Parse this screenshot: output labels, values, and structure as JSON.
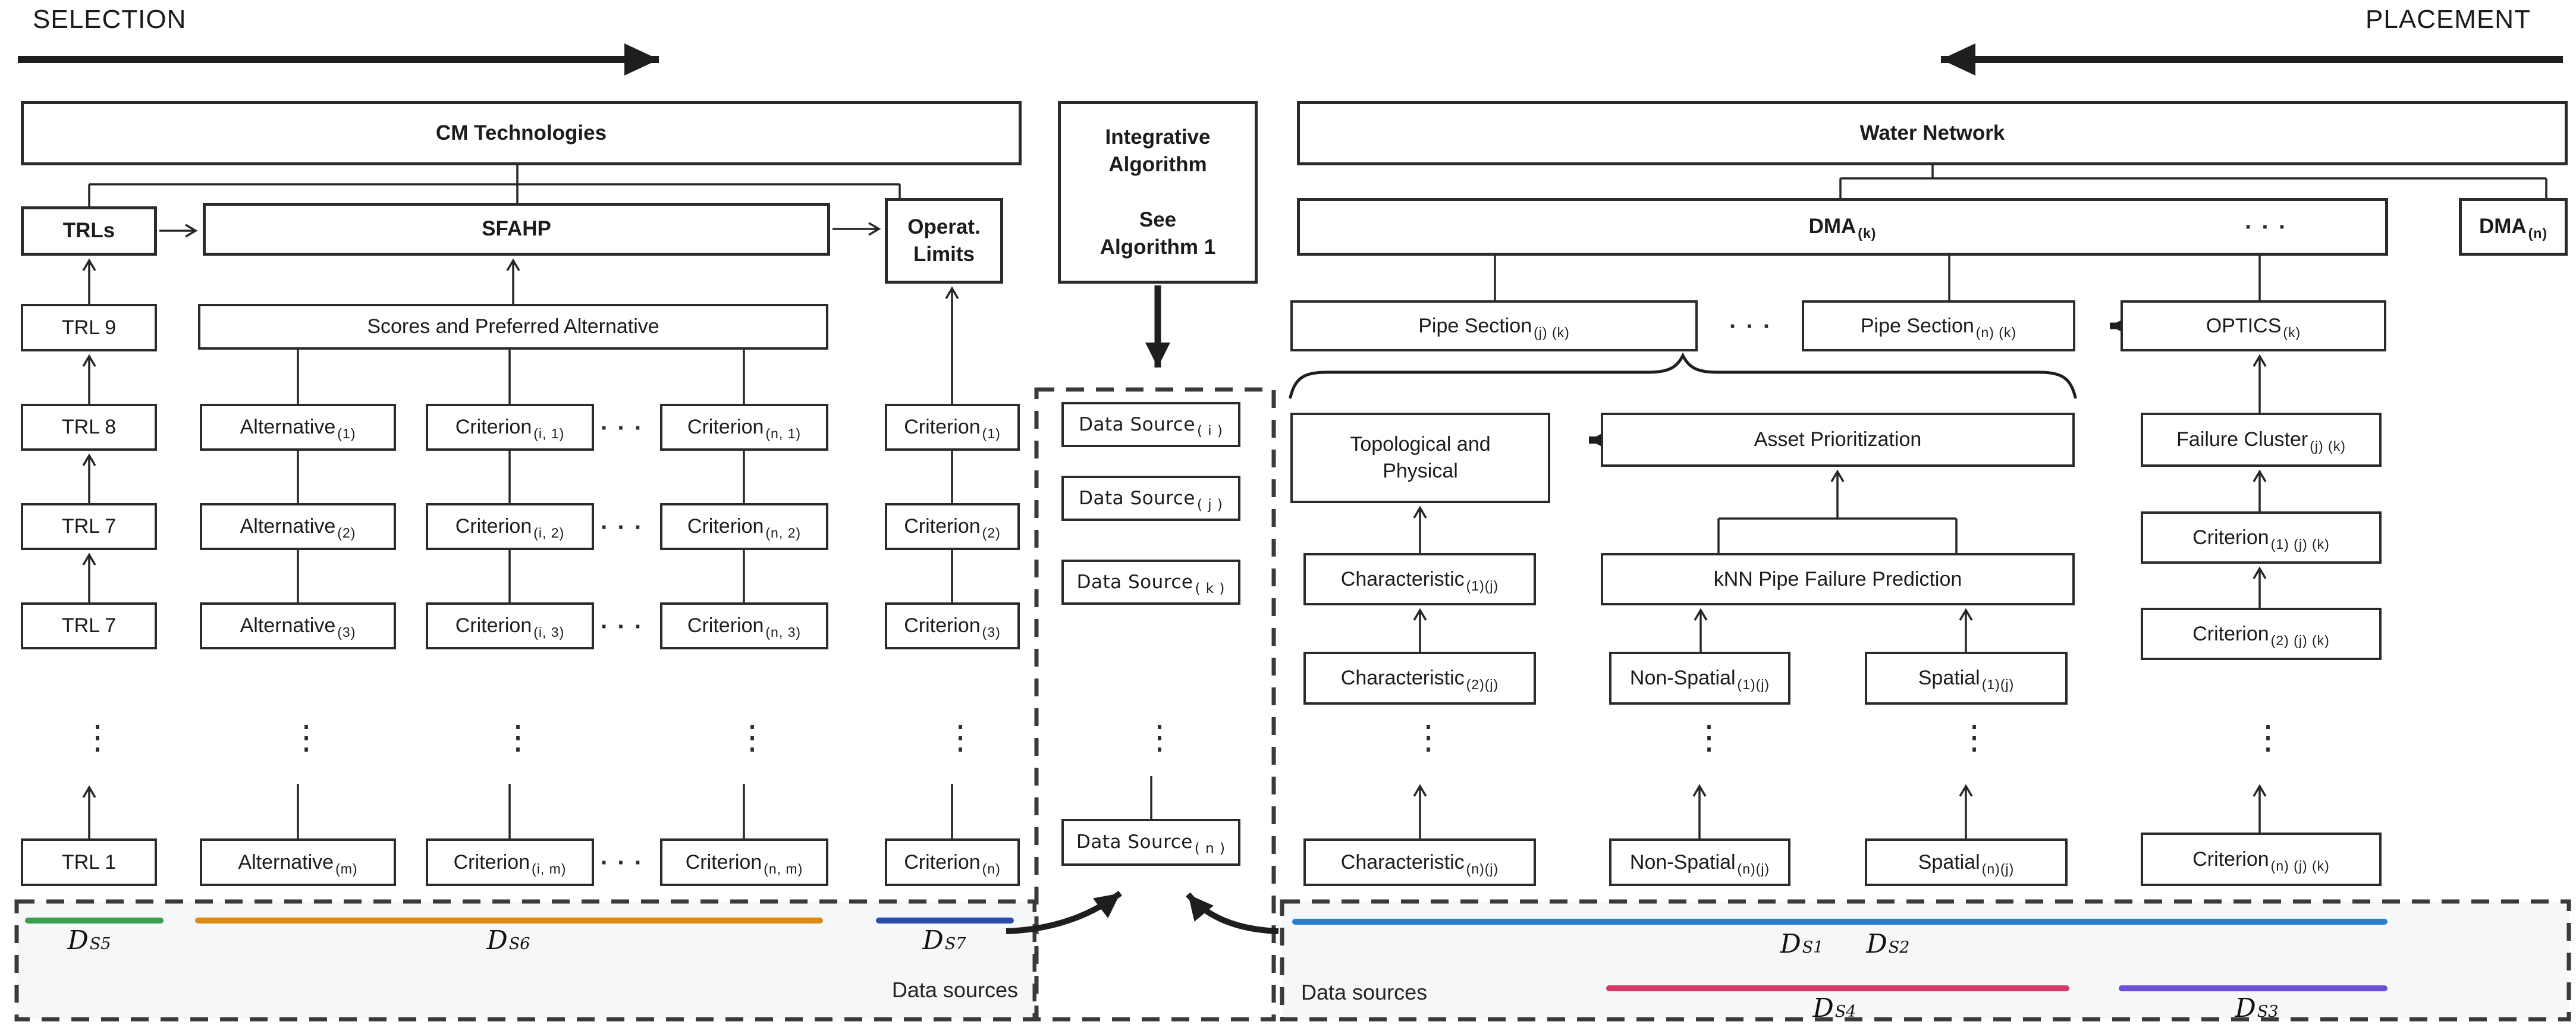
{
  "banners": {
    "selection": "SELECTION",
    "placement": "PLACEMENT"
  },
  "boxes": {
    "cm": {
      "label": "CM Technologies"
    },
    "trls": {
      "label": "TRLs"
    },
    "sfahp": {
      "label": "SFAHP"
    },
    "operat": {
      "label": "Operat.\nLimits"
    },
    "integrative": {
      "label": "Integrative\nAlgorithm\n\nSee\nAlgorithm 1"
    },
    "scores": {
      "label": "Scores and Preferred Alternative"
    },
    "trl": [
      "TRL 9",
      "TRL 8",
      "TRL 7",
      "TRL 7",
      "TRL 1"
    ],
    "alt": [
      {
        "t": "Alternative",
        "s": "(1)"
      },
      {
        "t": "Alternative",
        "s": "(2)"
      },
      {
        "t": "Alternative",
        "s": "(3)"
      },
      {
        "t": "Alternative",
        "s": "(m)"
      }
    ],
    "ci": [
      {
        "t": "Criterion",
        "s": "(i, 1)"
      },
      {
        "t": "Criterion",
        "s": "(i, 2)"
      },
      {
        "t": "Criterion",
        "s": "(i, 3)"
      },
      {
        "t": "Criterion",
        "s": "(i, m)"
      }
    ],
    "cn": [
      {
        "t": "Criterion",
        "s": "(n, 1)"
      },
      {
        "t": "Criterion",
        "s": "(n, 2)"
      },
      {
        "t": "Criterion",
        "s": "(n, 3)"
      },
      {
        "t": "Criterion",
        "s": "(n, m)"
      }
    ],
    "cr": [
      {
        "t": "Criterion",
        "s": "(1)"
      },
      {
        "t": "Criterion",
        "s": "(2)"
      },
      {
        "t": "Criterion",
        "s": "(3)"
      },
      {
        "t": "Criterion",
        "s": "(n)"
      }
    ],
    "ds": [
      {
        "t": "Data Source",
        "s": "( i )"
      },
      {
        "t": "Data Source",
        "s": "( j )"
      },
      {
        "t": "Data Source",
        "s": "( k )"
      },
      {
        "t": "Data Source",
        "s": "( n )"
      }
    ],
    "water": {
      "label": "Water Network"
    },
    "dmak": {
      "t": "DMA",
      "s": "(k)"
    },
    "dman": {
      "t": "DMA",
      "s": "(n)"
    },
    "psjk": {
      "t": "Pipe Section",
      "s": "(j) (k)"
    },
    "psnk": {
      "t": "Pipe Section",
      "s": "(n) (k)"
    },
    "optics": {
      "t": "OPTICS",
      "s": "(k)"
    },
    "topo": {
      "label": "Topological and\nPhysical"
    },
    "asset": {
      "label": "Asset Prioritization"
    },
    "failure": {
      "t": "Failure Cluster",
      "s": "(j) (k)"
    },
    "knn": {
      "label": "kNN Pipe Failure Prediction"
    },
    "char": [
      {
        "t": "Characteristic",
        "s": "(1)(j)"
      },
      {
        "t": "Characteristic",
        "s": "(2)(j)"
      },
      {
        "t": "Characteristic",
        "s": "(n)(j)"
      }
    ],
    "nonspatial": [
      {
        "t": "Non-Spatial",
        "s": "(1)(j)"
      },
      {
        "t": "Non-Spatial",
        "s": "(n)(j)"
      }
    ],
    "spatial": [
      {
        "t": "Spatial",
        "s": "(1)(j)"
      },
      {
        "t": "Spatial",
        "s": "(n)(j)"
      }
    ],
    "critjk": [
      {
        "t": "Criterion",
        "s": "(1) (j) (k)"
      },
      {
        "t": "Criterion",
        "s": "(2) (j) (k)"
      },
      {
        "t": "Criterion",
        "s": "(n) (j) (k)"
      }
    ]
  },
  "datasources": {
    "left": {
      "label": "Data sources",
      "series": [
        {
          "name": "D",
          "sub": "S5",
          "color": "#3a9e4e"
        },
        {
          "name": "D",
          "sub": "S6",
          "color": "#dd8a10"
        },
        {
          "name": "D",
          "sub": "S7",
          "color": "#2a4cb0"
        }
      ]
    },
    "right": {
      "label": "Data sources",
      "series": [
        {
          "name": "D",
          "sub": "S1",
          "color": "#2e7ecf"
        },
        {
          "name": "D",
          "sub": "S2",
          "color": "#2e7ecf"
        },
        {
          "name": "D",
          "sub": "S3",
          "color": "#6c4ed9"
        },
        {
          "name": "D",
          "sub": "S4",
          "color": "#d23a67"
        }
      ]
    }
  },
  "ellipsis": {
    "h": "· · ·",
    "v": "⋮"
  }
}
